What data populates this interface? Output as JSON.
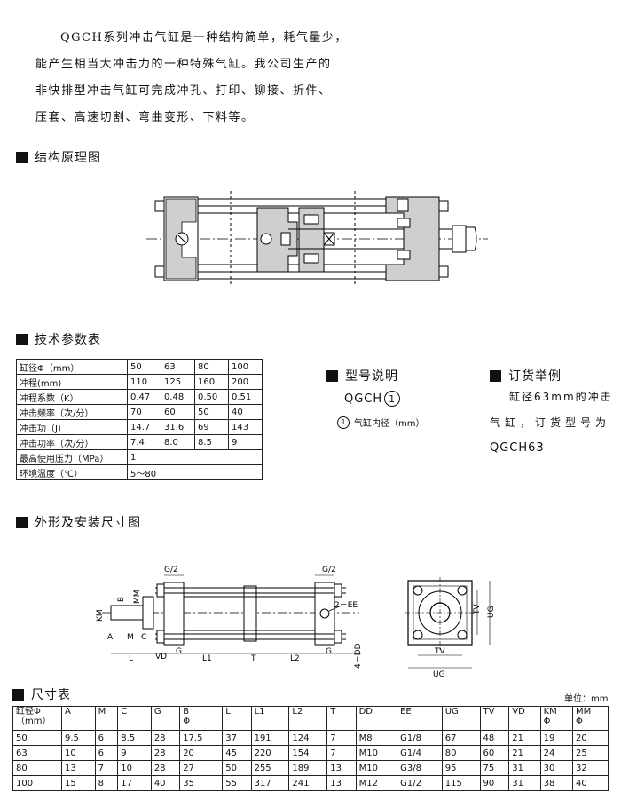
{
  "intro": {
    "line1": "QGCH系列冲击气缸是一种结构简单，耗气量少，",
    "line2": "能产生相当大冲击力的一种特殊气缸。我公司生产的",
    "line3": "非快排型冲击气缸可完成冲孔、打印、铆接、折件、",
    "line4": "压套、高速切割、弯曲变形、下料等。"
  },
  "sections": {
    "structure": "结构原理图",
    "tech": "技术参数表",
    "model": "型号说明",
    "order": "订货举例",
    "outline": "外形及安装尺寸图",
    "dims": "尺寸表",
    "unit": "单位：mm"
  },
  "tech_table": {
    "header": [
      "缸径Φ（mm）",
      "50",
      "63",
      "80",
      "100"
    ],
    "rows": [
      [
        "冲程(mm)",
        "110",
        "125",
        "160",
        "200"
      ],
      [
        "冲程系数（K）",
        "0.47",
        "0.48",
        "0.50",
        "0.51"
      ],
      [
        "冲击频率（次/分）",
        "70",
        "60",
        "50",
        "40"
      ],
      [
        "冲击功（J）",
        "14.7",
        "31.6",
        "69",
        "143"
      ],
      [
        "冲击功率（次/分）",
        "7.4",
        "8.0",
        "8.5",
        "9"
      ]
    ],
    "pressure_label": "最高使用压力（MPa）",
    "pressure_value": "1",
    "temp_label": "环境温度（℃）",
    "temp_value": "5～80"
  },
  "model": {
    "code": "QGCH",
    "circle": "1",
    "note_circle": "1",
    "note": "气缸内径（mm）"
  },
  "order": {
    "line1": "缸径63mm的冲击",
    "line2": "气缸，订货型号为",
    "code": "QGCH63"
  },
  "drawing": {
    "g2_left": "G/2",
    "g2_right": "G/2",
    "ee": "2－EE",
    "b": "B",
    "mm": "MM",
    "km": "KM",
    "a": "A",
    "m": "M",
    "c": "C",
    "l": "L",
    "vd": "VD",
    "g_left": "G",
    "l1": "L1",
    "t": "T",
    "l2": "L2",
    "g_right": "G",
    "dd": "4－DD",
    "tv_side": "TV",
    "ug_side": "UG",
    "tv_bottom": "TV",
    "ug_bottom": "UG"
  },
  "dims_table": {
    "header": [
      [
        "缸径Φ",
        "（mm）"
      ],
      [
        "A"
      ],
      [
        "M"
      ],
      [
        "C"
      ],
      [
        "G"
      ],
      [
        "B",
        "Φ"
      ],
      [
        "L"
      ],
      [
        "L1"
      ],
      [
        "L2"
      ],
      [
        "T"
      ],
      [
        "DD"
      ],
      [
        "EE"
      ],
      [
        "UG"
      ],
      [
        "TV"
      ],
      [
        "VD"
      ],
      [
        "KM",
        "Φ"
      ],
      [
        "MM",
        "Φ"
      ]
    ],
    "rows": [
      [
        "50",
        "9.5",
        "6",
        "8.5",
        "28",
        "17.5",
        "37",
        "191",
        "124",
        "7",
        "M8",
        "G1/8",
        "67",
        "48",
        "21",
        "19",
        "20"
      ],
      [
        "63",
        "10",
        "6",
        "9",
        "28",
        "20",
        "45",
        "220",
        "154",
        "7",
        "M10",
        "G1/4",
        "80",
        "60",
        "21",
        "24",
        "25"
      ],
      [
        "80",
        "13",
        "7",
        "10",
        "28",
        "27",
        "50",
        "255",
        "189",
        "13",
        "M10",
        "G3/8",
        "95",
        "75",
        "31",
        "30",
        "32"
      ],
      [
        "100",
        "15",
        "8",
        "17",
        "40",
        "35",
        "55",
        "317",
        "241",
        "13",
        "M12",
        "G1/2",
        "115",
        "90",
        "31",
        "38",
        "40"
      ]
    ]
  }
}
